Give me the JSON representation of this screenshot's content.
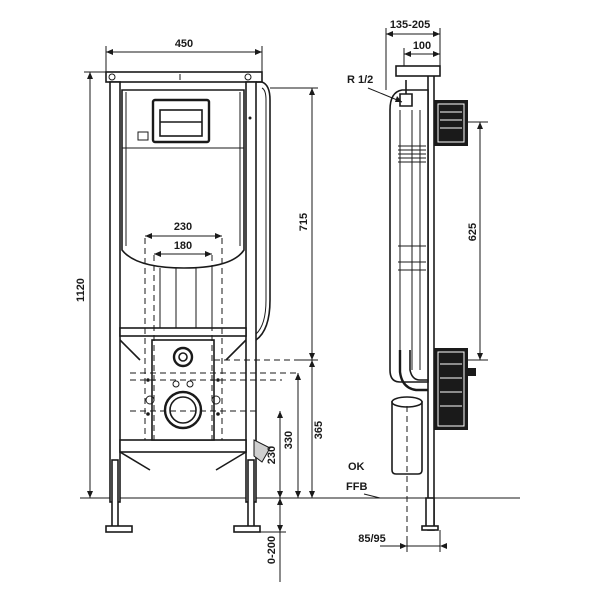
{
  "dimensions": {
    "frame_width": "450",
    "frame_height": "1120",
    "tank_height": "715",
    "outer_spacing": "230",
    "inner_spacing": "180",
    "outlet_height": "365",
    "inlet_height": "330",
    "drain_height": "230",
    "foot_range": "0-200",
    "depth_range": "135-205",
    "depth": "100",
    "connection": "R 1/2",
    "bracket_spacing": "625",
    "floor_offset": "85/95"
  },
  "floor_labels": {
    "top_label": "OK",
    "bottom_label": "FFB"
  }
}
